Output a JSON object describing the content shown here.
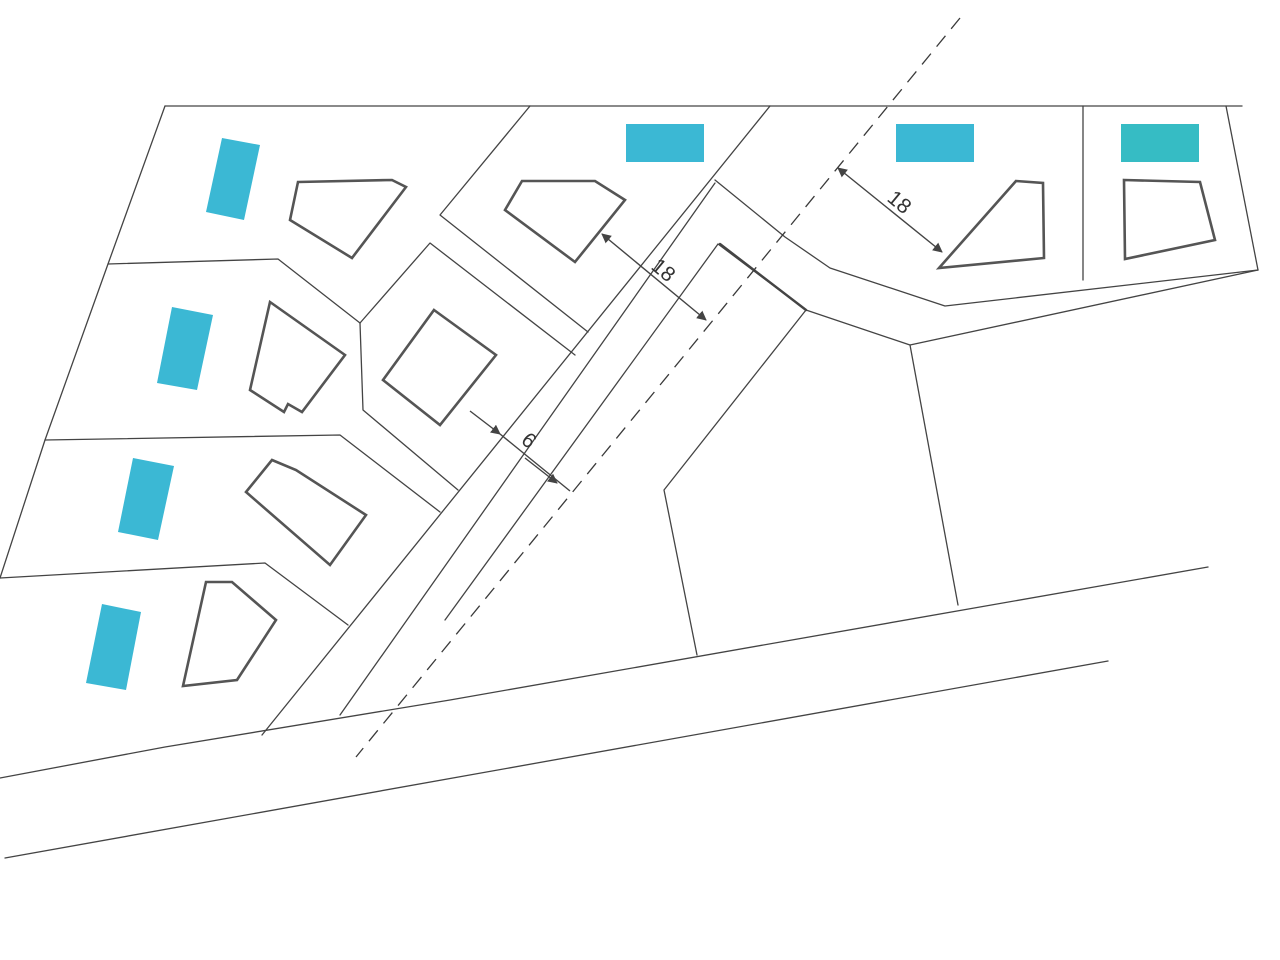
{
  "colors": {
    "pool": "#3bb8d4",
    "pool_alt": "#36bcc4",
    "line": "#444444",
    "house": "#555555",
    "background": "#ffffff"
  },
  "dimensions": {
    "setback_left": "18",
    "setback_right": "18",
    "road_offset": "6"
  }
}
